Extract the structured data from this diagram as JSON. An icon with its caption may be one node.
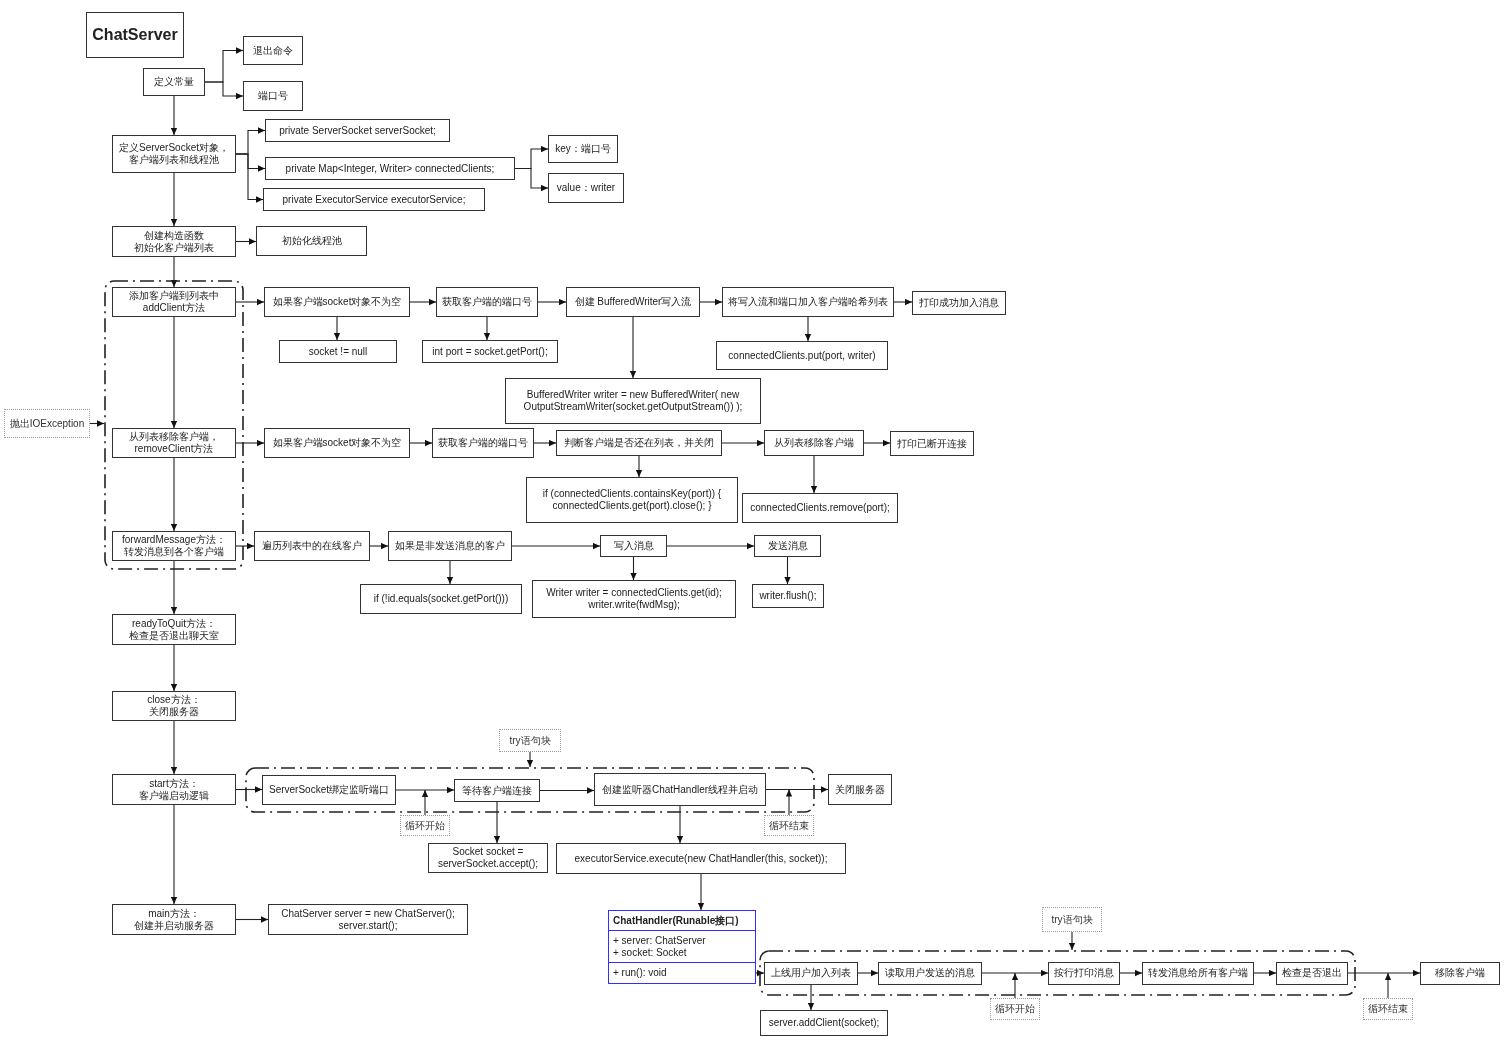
{
  "diagram": {
    "nodes": [
      {
        "text": [
          "ChatServer"
        ]
      },
      {
        "text": [
          "定义常量"
        ]
      },
      {
        "text": [
          "退出命令"
        ]
      },
      {
        "text": [
          "端口号"
        ]
      },
      {
        "text": [
          "定义ServerSocket对象，客户端列表和线程池"
        ]
      },
      {
        "text": [
          "private ServerSocket serverSocket;"
        ]
      },
      {
        "text": [
          "private Map<Integer, Writer> connectedClients;"
        ]
      },
      {
        "text": [
          "private ExecutorService executorService;"
        ]
      },
      {
        "text": [
          "key：端口号"
        ]
      },
      {
        "text": [
          "value：writer"
        ]
      },
      {
        "text": [
          "创建构造函数",
          "初始化客户端列表"
        ]
      },
      {
        "text": [
          "初始化线程池"
        ]
      },
      {
        "text": [],
        "shape": "box"
      },
      {
        "text": [
          "添加客户端到列表中",
          "addClient方法"
        ],
        "in": 12
      },
      {
        "text": [
          "从列表移除客户端，",
          "removeClient方法"
        ],
        "in": 12
      },
      {
        "text": [
          "forwardMessage方法：",
          "转发消息到各个客户端"
        ],
        "in": 12
      },
      {
        "text": [
          "抛出IOException"
        ]
      },
      {
        "text": [
          "如果客户端socket对象不为空"
        ]
      },
      {
        "text": [
          "socket != null"
        ]
      },
      {
        "text": [
          "获取客户端的端口号"
        ]
      },
      {
        "text": [
          "int port = socket.getPort();"
        ]
      },
      {
        "text": [
          "创建 BufferedWriter写入流"
        ]
      },
      {
        "text": [
          "BufferedWriter writer = new BufferedWriter( new OutputStreamWriter(socket.getOutputStream()) );"
        ]
      },
      {
        "text": [
          "将写入流和端口加入客户端哈希列表"
        ]
      },
      {
        "text": [
          "connectedClients.put(port, writer)"
        ]
      },
      {
        "text": [
          "打印成功加入消息"
        ]
      },
      {
        "text": [
          "如果客户端socket对象不为空"
        ]
      },
      {
        "text": [
          "获取客户端的端口号"
        ]
      },
      {
        "text": [
          "判断客户端是否还在列表，并关闭"
        ]
      },
      {
        "text": [
          "if (connectedClients.containsKey(port)) { connectedClients.get(port).close(); }"
        ]
      },
      {
        "text": [
          "从列表移除客户端"
        ]
      },
      {
        "text": [
          "connectedClients.remove(port);"
        ]
      },
      {
        "text": [
          "打印已断开连接"
        ]
      },
      {
        "text": [
          "遍历列表中的在线客户"
        ]
      },
      {
        "text": [
          "如果是非发送消息的客户"
        ]
      },
      {
        "text": [
          "if (!id.equals(socket.getPort()))"
        ]
      },
      {
        "text": [
          "写入消息"
        ]
      },
      {
        "text": [
          "Writer writer = connectedClients.get(id); writer.write(fwdMsg);"
        ]
      },
      {
        "text": [
          "发送消息"
        ]
      },
      {
        "text": [
          "writer.flush();"
        ]
      },
      {
        "text": [
          "readyToQuit方法：",
          "检查是否退出聊天室"
        ]
      },
      {
        "text": [
          "close方法：",
          "关闭服务器"
        ]
      },
      {
        "text": [
          "start方法：",
          "客户端启动逻辑"
        ]
      },
      {
        "text": [],
        "shape": "box"
      },
      {
        "text": [
          "ServerSocket绑定监听端口"
        ],
        "in": 43
      },
      {
        "text": [
          "等待客户端连接"
        ],
        "in": 43
      },
      {
        "text": [
          "创建监听器ChatHandler线程并启动"
        ],
        "in": 43
      },
      {
        "text": [
          "try语句块"
        ]
      },
      {
        "text": [
          "循环开始"
        ]
      },
      {
        "text": [
          "循环结束"
        ]
      },
      {
        "text": [
          "关闭服务器"
        ]
      },
      {
        "text": [
          "Socket socket = serverSocket.accept();"
        ]
      },
      {
        "text": [
          "executorService.execute(new ChatHandler(this, socket));"
        ]
      },
      {
        "text": [
          "main方法：",
          "创建并启动服务器"
        ]
      },
      {
        "text": [
          "ChatServer server = new ChatServer(); server.start();"
        ]
      },
      {
        "text": [
          "ChatHandler(Runable接口)",
          "+ server: ChatServer",
          "+ socket: Socket",
          "+ run(): void"
        ]
      },
      {
        "text": [],
        "shape": "box"
      },
      {
        "text": [
          "上线用户加入列表"
        ],
        "in": 56
      },
      {
        "text": [
          "读取用户发送的消息"
        ],
        "in": 56
      },
      {
        "text": [
          "按行打印消息"
        ],
        "in": 56
      },
      {
        "text": [
          "转发消息给所有客户端"
        ],
        "in": 56
      },
      {
        "text": [
          "检查是否退出"
        ],
        "in": 56
      },
      {
        "text": [
          "try语句块"
        ]
      },
      {
        "text": [
          "循环开始"
        ]
      },
      {
        "text": [
          "循环结束"
        ]
      },
      {
        "text": [
          "移除客户端"
        ]
      },
      {
        "text": [
          "server.addClient(socket);"
        ]
      }
    ],
    "edges": [
      {
        "from": 1,
        "to": 2,
        "arrow": "to"
      },
      {
        "from": 1,
        "to": 3,
        "arrow": "to"
      },
      {
        "from": 1,
        "to": 4,
        "arrow": "to"
      },
      {
        "from": 4,
        "to": 5,
        "arrow": "to"
      },
      {
        "from": 4,
        "to": 6,
        "arrow": "to"
      },
      {
        "from": 4,
        "to": 7,
        "arrow": "to"
      },
      {
        "from": 6,
        "to": 8,
        "arrow": "to"
      },
      {
        "from": 6,
        "to": 9,
        "arrow": "to"
      },
      {
        "from": 4,
        "to": 10,
        "arrow": "to"
      },
      {
        "from": 10,
        "to": 11,
        "arrow": "to"
      },
      {
        "from": 10,
        "to": 13,
        "arrow": "to"
      },
      {
        "from": 13,
        "to": 14,
        "arrow": "to"
      },
      {
        "from": 14,
        "to": 15,
        "arrow": "to"
      },
      {
        "from": 15,
        "to": 40,
        "arrow": "to"
      },
      {
        "from": 40,
        "to": 41,
        "arrow": "to"
      },
      {
        "from": 41,
        "to": 42,
        "arrow": "to"
      },
      {
        "from": 42,
        "to": 53,
        "arrow": "to"
      },
      {
        "from": 16,
        "to": 12,
        "arrow": "to"
      },
      {
        "from": 13,
        "to": 17,
        "arrow": "to"
      },
      {
        "from": 17,
        "to": 18,
        "arrow": "to"
      },
      {
        "from": 17,
        "to": 19,
        "arrow": "to"
      },
      {
        "from": 19,
        "to": 20,
        "arrow": "to"
      },
      {
        "from": 19,
        "to": 21,
        "arrow": "to"
      },
      {
        "from": 21,
        "to": 22,
        "arrow": "to"
      },
      {
        "from": 21,
        "to": 23,
        "arrow": "to"
      },
      {
        "from": 23,
        "to": 24,
        "arrow": "to"
      },
      {
        "from": 23,
        "to": 25,
        "arrow": "to"
      },
      {
        "from": 14,
        "to": 26,
        "arrow": "to"
      },
      {
        "from": 26,
        "to": 27,
        "arrow": "to"
      },
      {
        "from": 27,
        "to": 28,
        "arrow": "to"
      },
      {
        "from": 28,
        "to": 29,
        "arrow": "to"
      },
      {
        "from": 28,
        "to": 30,
        "arrow": "to"
      },
      {
        "from": 30,
        "to": 31,
        "arrow": "to"
      },
      {
        "from": 30,
        "to": 32,
        "arrow": "to"
      },
      {
        "from": 15,
        "to": 33,
        "arrow": "to"
      },
      {
        "from": 33,
        "to": 34,
        "arrow": "to"
      },
      {
        "from": 34,
        "to": 35,
        "arrow": "to"
      },
      {
        "from": 34,
        "to": 36,
        "arrow": "to"
      },
      {
        "from": 36,
        "to": 37,
        "arrow": "to"
      },
      {
        "from": 36,
        "to": 38,
        "arrow": "to"
      },
      {
        "from": 38,
        "to": 39,
        "arrow": "to"
      },
      {
        "from": 42,
        "to": 44,
        "arrow": "to"
      },
      {
        "from": 44,
        "to": 45,
        "arrow": "to"
      },
      {
        "from": 45,
        "to": 46,
        "arrow": "to"
      },
      {
        "from": 45,
        "to": 51,
        "arrow": "to"
      },
      {
        "from": 46,
        "to": 52,
        "arrow": "to"
      },
      {
        "from": 46,
        "to": 50,
        "arrow": "to"
      },
      {
        "from": 47,
        "to": 43,
        "arrow": "to"
      },
      {
        "from": 48,
        "to": null,
        "arrow": "to"
      },
      {
        "from": 49,
        "to": null,
        "arrow": "to"
      },
      {
        "from": 53,
        "to": 54,
        "arrow": "to"
      },
      {
        "from": 52,
        "to": 55,
        "arrow": "to"
      },
      {
        "from": 55,
        "to": 57,
        "arrow": "to"
      },
      {
        "from": 57,
        "to": 58,
        "arrow": "to"
      },
      {
        "from": 58,
        "to": 59,
        "arrow": "to"
      },
      {
        "from": 59,
        "to": 60,
        "arrow": "to"
      },
      {
        "from": 60,
        "to": 61,
        "arrow": "to"
      },
      {
        "from": 61,
        "to": 65,
        "arrow": "to"
      },
      {
        "from": 57,
        "to": 66,
        "arrow": "to"
      },
      {
        "from": 62,
        "to": 56,
        "arrow": "to"
      },
      {
        "from": 63,
        "to": null,
        "arrow": "to"
      },
      {
        "from": 64,
        "to": null,
        "arrow": "to"
      }
    ]
  }
}
